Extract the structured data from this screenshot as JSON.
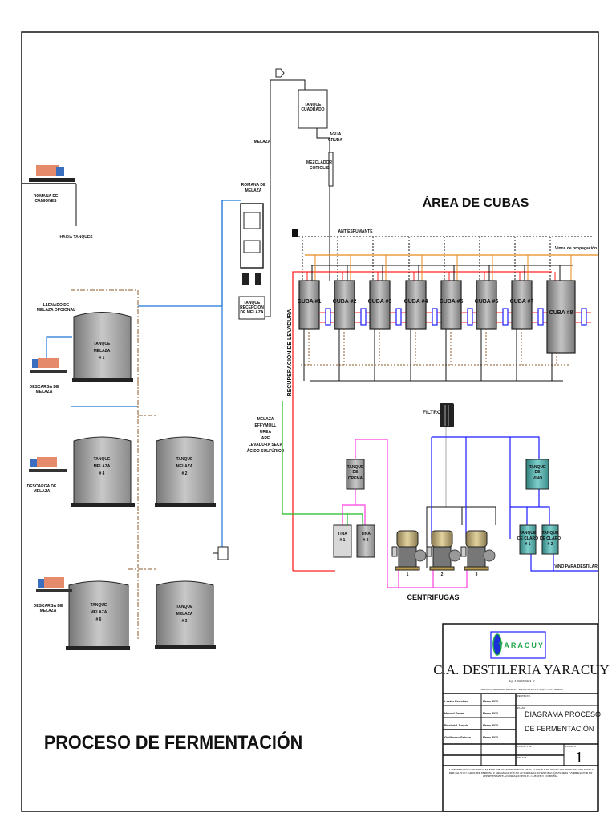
{
  "title": "PROCESO DE FERMENTACIÓN",
  "area_title": "ÁREA DE CUBAS",
  "colors": {
    "molasses": "#1e78d7",
    "water": "#111111",
    "red_line": "#ff2020",
    "orange_line": "#e88a1a",
    "pink_line": "#ff40e0",
    "green_line": "#22bb22",
    "wine_line": "#1a1aff",
    "tank_fill": "#a0a0a0",
    "wine_tank_fill": "#4aa3a0"
  },
  "labels": {
    "romana_camiones": [
      "ROMANA DE",
      "CAMIONES"
    ],
    "hacia_tanques": "HACIA TANQUES",
    "llenado": [
      "LLENADO DE",
      "MELAZA OPCIONAL"
    ],
    "descarga": [
      "DESCARGA DE",
      "MELAZA"
    ],
    "melaza": "MELAZA",
    "romana_melaza": [
      "ROMANA DE",
      "MELAZA"
    ],
    "tanque_recepcion": [
      "TANQUE",
      "RECEPCIÓN",
      "DE MELAZA"
    ],
    "tanque_cuadrado": [
      "TANQUE",
      "CUADRADO"
    ],
    "agua_cruda": [
      "AGUA",
      "CRUDA"
    ],
    "mezclador": [
      "MEZCLADOR",
      "CORIOLIS"
    ],
    "antiespumante": "ANTIESPUMANTE",
    "vinos_propagacion": "Vinos de propagación",
    "recuperacion": "RECUPERACIÓN DE LEVADURA",
    "additives": [
      "MELAZA",
      "EFFYMOLL",
      "UREA",
      "ARE",
      "LEVADURA SECA",
      "ÁCIDO SULFÚRICO"
    ],
    "filtro": "FILTRO",
    "tanque_crema": [
      "TANQUE",
      "DE",
      "CREMA"
    ],
    "tanque_vino": [
      "TANQUE",
      "DE",
      "VINO"
    ],
    "tina1": [
      "TINA",
      "# 1"
    ],
    "tina2": [
      "TINA",
      "# 2"
    ],
    "claro1": [
      "TANQUE",
      "DE CLARO",
      "# 1"
    ],
    "claro2": [
      "TANQUE",
      "DE CLARO",
      "# 2"
    ],
    "vino_destilar": "VINO PARA DESTILAR",
    "centrifugas": "CENTRIFUGAS",
    "centrifuge_numbers": [
      "1",
      "2",
      "3"
    ]
  },
  "molasses_tanks": [
    {
      "id": "1",
      "lines": [
        "TANQUE",
        "MELAZA",
        "# 1"
      ]
    },
    {
      "id": "4",
      "lines": [
        "TANQUE",
        "MELAZA",
        "# 4"
      ]
    },
    {
      "id": "2",
      "lines": [
        "TANQUE",
        "MELAZA",
        "# 2"
      ]
    },
    {
      "id": "6",
      "lines": [
        "TANQUE",
        "MELAZA",
        "# 6"
      ]
    },
    {
      "id": "3",
      "lines": [
        "TANQUE",
        "MELAZA",
        "# 3"
      ]
    }
  ],
  "cubas": [
    "CUBA #1",
    "CUBA #2",
    "CUBA #3",
    "CUBA #4",
    "CUBA #5",
    "CUBA #6",
    "CUBA #7",
    "CUBA #8"
  ],
  "title_block": {
    "logo_text": "YARACUY",
    "company": "C.A. DESTILERIA YARACUY",
    "rif": "Rif. J-00052061-0",
    "address": "CHIVACOA, MUNICIPIO BRUZUAL - ESTADO YARACUY. Teléfono: 0251-8980980",
    "people": [
      {
        "name": "Lester Escobar",
        "date": "Marzo 2013"
      },
      {
        "name": "Harold Tovar",
        "date": "Marzo 2013"
      },
      {
        "name": "Rosbeld Jurado",
        "date": "Marzo 2013"
      },
      {
        "name": "Guillermo Gainza",
        "date": "Marzo 2013"
      }
    ],
    "project_label": "PROYECTO",
    "plano_label": "PLANO",
    "drawing_title": [
      "DIAGRAMA  PROCESO",
      "DE FERMENTACIÓN"
    ],
    "sheet_label": "PLANO:  1  DE",
    "scale_label": "ESCALA",
    "plano_num_label": "PLANO Nº",
    "plano_num": "1",
    "disclaimer": "LA INFORMACIÓN CONTENIDA EN ESTE DIBUJO ES PROPIEDAD DE EL CLIENTE Y NO PODRÁ SER REPRODUCIDA TOTAL O PARCIAL POR CUALQUIER PERSONA U ORGANIZACIÓN NO AUTORIZADA SIN APROBACIÓN ESCRITA Y FIRMADA POR UN REPRESENTANTE AUTORIZADO POR EL CLIENTE O COMPAÑÍA."
  }
}
